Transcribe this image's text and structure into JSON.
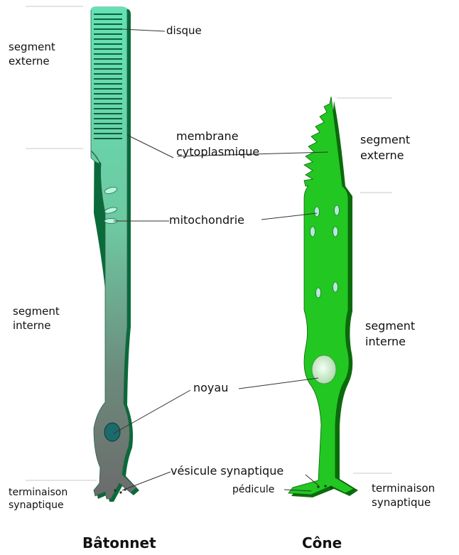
{
  "rod": {
    "title": "Bâtonnet",
    "outer_segment": [
      "segment",
      "externe"
    ],
    "inner_segment": [
      "segment",
      "interne"
    ],
    "terminal": [
      "terminaison",
      "synaptique"
    ]
  },
  "cone": {
    "title": "Cône",
    "outer_segment": [
      "segment",
      "externe"
    ],
    "inner_segment": [
      "segment",
      "interne"
    ],
    "terminal": [
      "terminaison",
      "synaptique"
    ],
    "pedicle": "pédicule"
  },
  "shared": {
    "disc": "disque",
    "membrane": [
      "membrane",
      "cytoplasmique"
    ],
    "mitochondria": "mitochondrie",
    "nucleus": "noyau",
    "vesicle": "vésicule synaptique"
  },
  "colors": {
    "rod_top": "#5fe0b0",
    "rod_bottom": "#6e6e6e",
    "rod_shadow": "#0a6a3a",
    "cone_fill": "#22c722",
    "cone_shadow": "#0b6b0b"
  }
}
